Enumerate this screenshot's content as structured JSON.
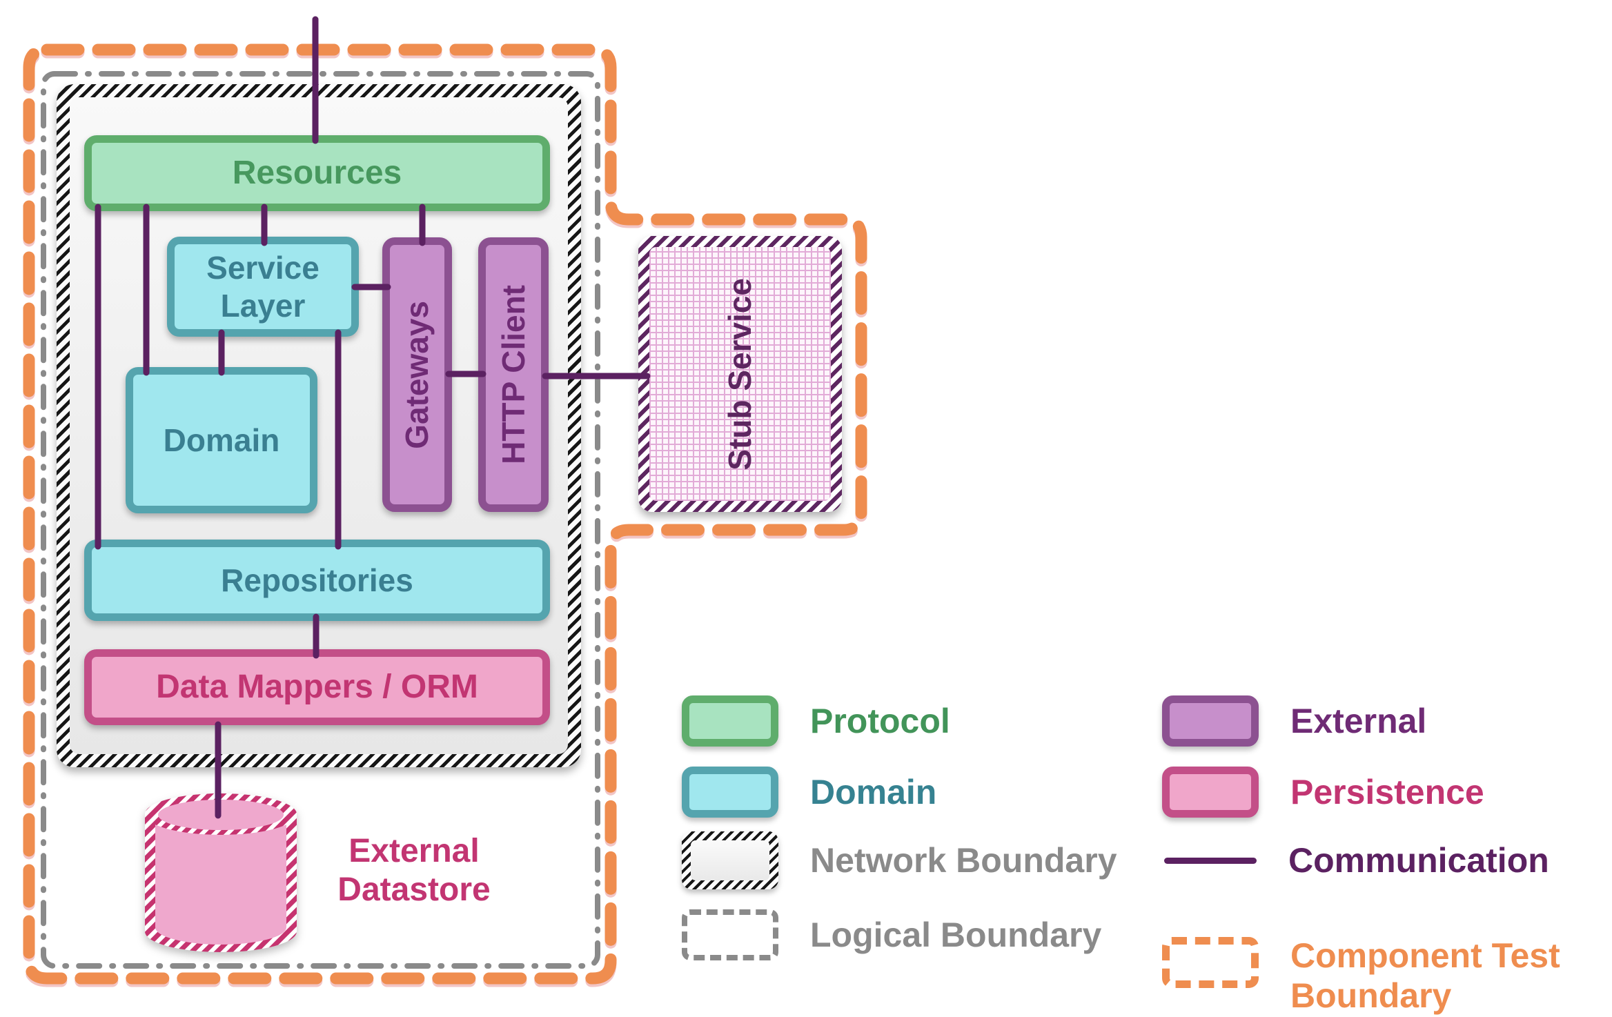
{
  "nodes": {
    "resources": "Resources",
    "service_layer": "Service Layer",
    "domain": "Domain",
    "gateways": "Gateways",
    "http_client": "HTTP Client",
    "repositories": "Repositories",
    "data_mappers": "Data Mappers / ORM",
    "stub_service": "Stub Service",
    "external_datastore": "External Datastore"
  },
  "legend": {
    "left": [
      {
        "key": "protocol",
        "label": "Protocol"
      },
      {
        "key": "domain",
        "label": "Domain"
      },
      {
        "key": "network_boundary",
        "label": "Network Boundary"
      },
      {
        "key": "logical_boundary",
        "label": "Logical Boundary"
      }
    ],
    "right": [
      {
        "key": "external",
        "label": "External"
      },
      {
        "key": "persistence",
        "label": "Persistence"
      },
      {
        "key": "communication",
        "label": "Communication"
      },
      {
        "key": "component_test_boundary",
        "label": "Component Test Boundary"
      }
    ]
  },
  "colors": {
    "protocol_fill": "#a8e3c0",
    "protocol_border": "#5fad6c",
    "protocol_text": "#429459",
    "domain_fill": "#a0e7ee",
    "domain_border": "#55a4ae",
    "domain_text": "#3a7f91",
    "external_fill": "#c78fcb",
    "external_border": "#8c5191",
    "external_text": "#6f2b75",
    "persistence_fill": "#f0a6ca",
    "persistence_border": "#c34f88",
    "persistence_text": "#c23572",
    "communication_line": "#5b2161",
    "component_test_boundary": "#ef8d4f",
    "boundary_gray": "#8a8a8a",
    "network_hatch": "#161616"
  }
}
